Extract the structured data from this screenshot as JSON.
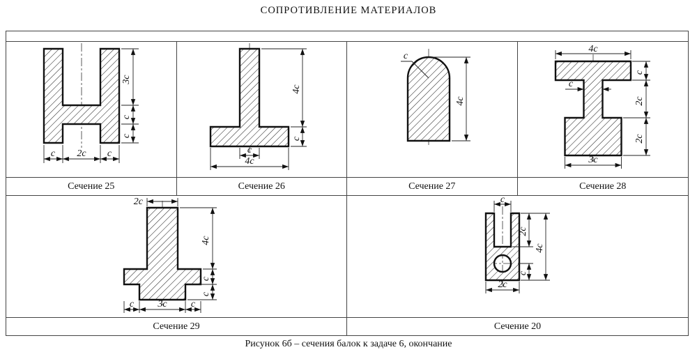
{
  "page": {
    "title": "СОПРОТИВЛЕНИЕ МАТЕРИАЛОВ",
    "caption": "Рисунок 6б – сечения балок к задаче 6, окончание"
  },
  "sections": {
    "s25": {
      "label": "Сечение 25",
      "dims": {
        "h_top": "3c",
        "h_mid": "c",
        "h_bot": "c",
        "w_left": "c",
        "w_mid": "2c",
        "w_right": "c"
      }
    },
    "s26": {
      "label": "Сечение 26",
      "dims": {
        "stem_h": "4c",
        "flange_t": "c",
        "stem_w": "c",
        "flange_w": "4c"
      }
    },
    "s27": {
      "label": "Сечение 27",
      "dims": {
        "radius": "c",
        "height": "4c"
      }
    },
    "s28": {
      "label": "Сечение 28",
      "dims": {
        "top_w": "4c",
        "top_t": "c",
        "web_w": "c",
        "web_h": "2c",
        "bot_t": "2c",
        "bot_w": "3c"
      }
    },
    "s29": {
      "label": "Сечение 29",
      "dims": {
        "stem_w": "2c",
        "stem_h": "4c",
        "flange_t": "c",
        "step_t": "c",
        "bot_left": "c",
        "bot_mid": "3c",
        "bot_right": "c"
      }
    },
    "s20": {
      "label": "Сечение 20",
      "dims": {
        "slot_w": "c",
        "slot_d": "2c",
        "height": "4c",
        "hole_c": "c",
        "width": "2c"
      }
    }
  }
}
